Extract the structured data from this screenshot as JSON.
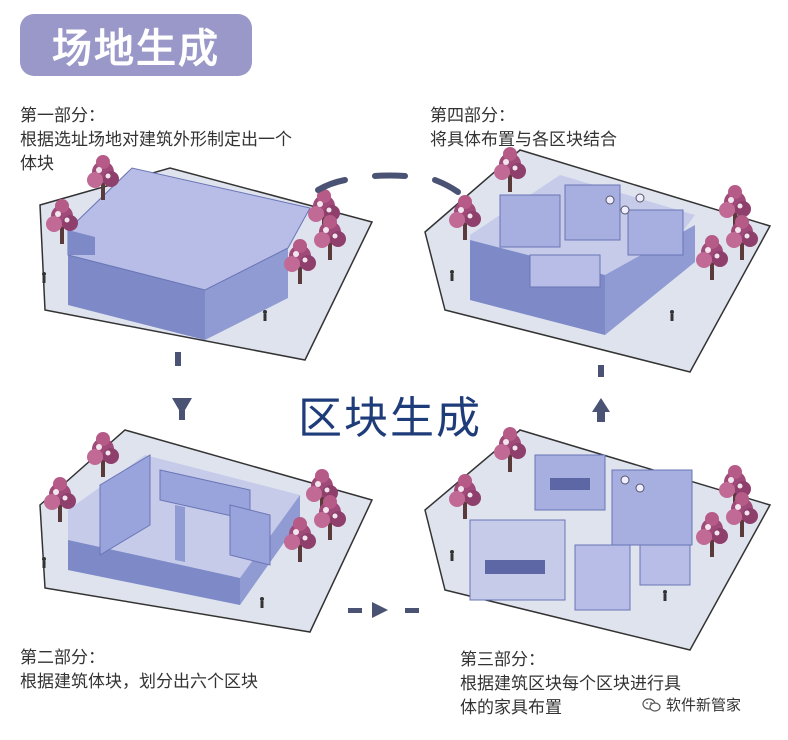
{
  "header": {
    "title": "场地生成"
  },
  "center": {
    "title": "区块生成"
  },
  "steps": [
    {
      "heading": "第一部分：",
      "lines": [
        "根据选址场地对建筑外形制定出一个",
        "体块"
      ]
    },
    {
      "heading": "第二部分：",
      "lines": [
        "根据建筑体块，划分出六个区块"
      ]
    },
    {
      "heading": "第三部分：",
      "lines": [
        "根据建筑区块每个区块进行具",
        "体的家具布置"
      ]
    },
    {
      "heading": "第四部分：",
      "lines": [
        "将具体布置与各区块结合"
      ]
    }
  ],
  "watermark": {
    "text": "软件新管家",
    "icon": "wechat-icon"
  },
  "colors": {
    "pill": "#9a98c8",
    "center_title": "#1f3c7a",
    "site": "#dfe3ee",
    "building_top": "#b7bde6",
    "building_wall": "#7d8ac7",
    "arrow": "#4a5373",
    "tree": "#a04a7a"
  }
}
